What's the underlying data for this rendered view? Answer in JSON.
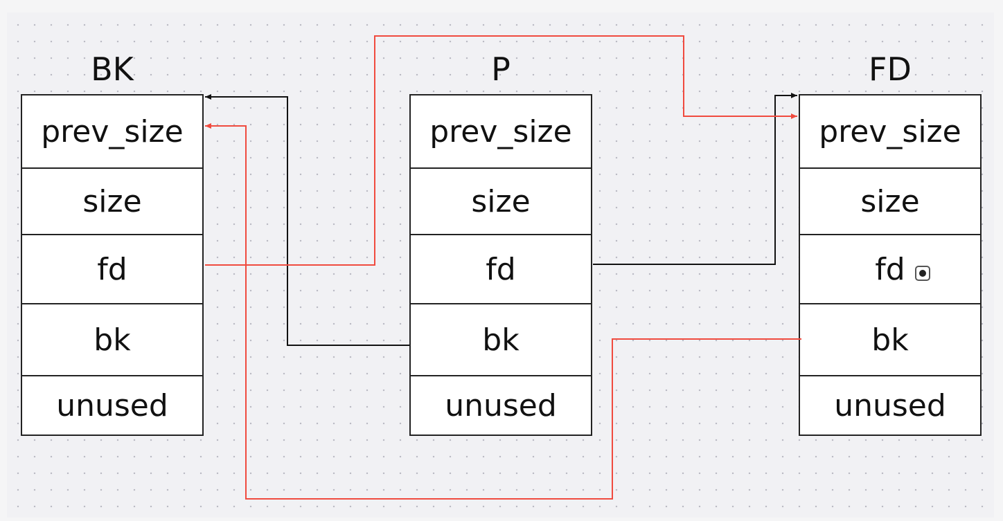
{
  "chunks": {
    "bk": {
      "title": "BK",
      "fields": [
        "prev_size",
        "size",
        "fd",
        "bk",
        "unused"
      ]
    },
    "p": {
      "title": "P",
      "fields": [
        "prev_size",
        "size",
        "fd",
        "bk",
        "unused"
      ]
    },
    "fd": {
      "title": "FD",
      "fields": [
        "prev_size",
        "size",
        "fd",
        "bk",
        "unused"
      ]
    }
  },
  "colors": {
    "black_link": "#111111",
    "red_link": "#f04a3e",
    "border": "#222222",
    "background": "#f1f1f4"
  },
  "links": [
    {
      "from": "p.fd",
      "to": "fd",
      "color": "black_link"
    },
    {
      "from": "p.bk",
      "to": "bk",
      "color": "black_link"
    },
    {
      "from": "bk.fd",
      "to": "fd.prev_size",
      "color": "red_link"
    },
    {
      "from": "fd.bk",
      "to": "bk.prev_size",
      "color": "red_link"
    }
  ],
  "icons": {
    "radio": "radio-checked-icon"
  }
}
